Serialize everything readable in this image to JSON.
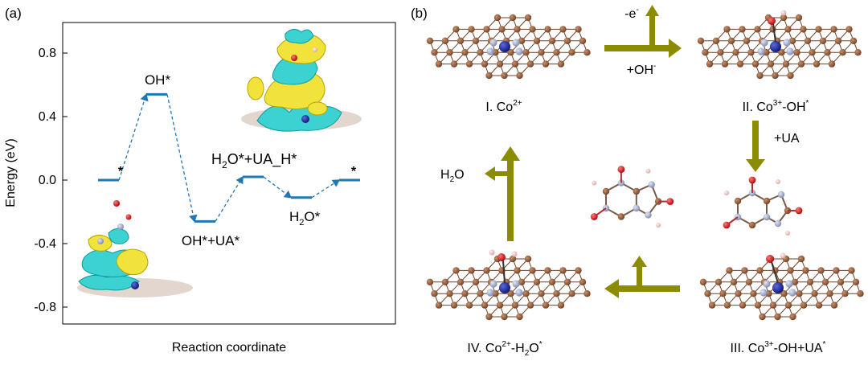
{
  "panel_a": {
    "label": "(a)",
    "xlabel": "Reaction coordinate",
    "ylabel": "Energy (eV)",
    "level_labels": {
      "start": "*",
      "oh": "OH*",
      "oh_ua": "OH*+UA*",
      "h2o_ua_h_main": "O*+UA_H*",
      "h2o_ua_h_sub": "2",
      "h2o_ua_h_pre": "H",
      "h2o_main": "O*",
      "h2o_sub": "2",
      "h2o_pre": "H",
      "end": "*"
    }
  },
  "panel_b": {
    "label": "(b)",
    "state1": "I. Co",
    "state1_sup": "2+",
    "state2_pre": "II. Co",
    "state2_sup": "3+",
    "state2_post": "-OH",
    "state2_sup2": "*",
    "state3_pre": "III. Co",
    "state3_sup": "3+",
    "state3_post": "-OH+UA",
    "state3_sup2": "*",
    "state4_pre": "IV. Co",
    "state4_sup": "2+",
    "state4_mid": "-H",
    "state4_sub": "2",
    "state4_post": "O",
    "state4_sup2": "*",
    "arrow_top_up_pre": "-e",
    "arrow_top_up_sup": "-",
    "arrow_top_down_pre": "+OH",
    "arrow_top_down_sup": "-",
    "arrow_right": "+UA",
    "arrow_left_pre": "H",
    "arrow_left_sub": "2",
    "arrow_left_post": "O"
  },
  "colors": {
    "level": "#1f77b4",
    "arrow": "#8c8c00",
    "carbon": "#8b5a3c",
    "nitrogen": "#a9b4d6",
    "cobalt": "#1f2a9a",
    "oxygen": "#e01f1f",
    "hydrogen": "#f2c9c9",
    "iso_yellow": "#f2e33c",
    "iso_cyan": "#3cd2d2"
  },
  "chart_data": {
    "type": "line",
    "title": "",
    "xlabel": "Reaction coordinate",
    "ylabel": "Energy (eV)",
    "ylim": [
      -0.9,
      1.0
    ],
    "yticks": [
      -0.8,
      -0.4,
      0.0,
      0.4,
      0.8
    ],
    "ytick_labels": [
      "-0.8",
      "-0.4",
      "0.0",
      "0.4",
      "0.8"
    ],
    "categories": [
      "*",
      "OH*",
      "OH*+UA*",
      "H2O*+UA_H*",
      "H2O*",
      "*"
    ],
    "values": [
      0.0,
      0.54,
      -0.26,
      0.02,
      -0.11,
      0.0
    ]
  }
}
